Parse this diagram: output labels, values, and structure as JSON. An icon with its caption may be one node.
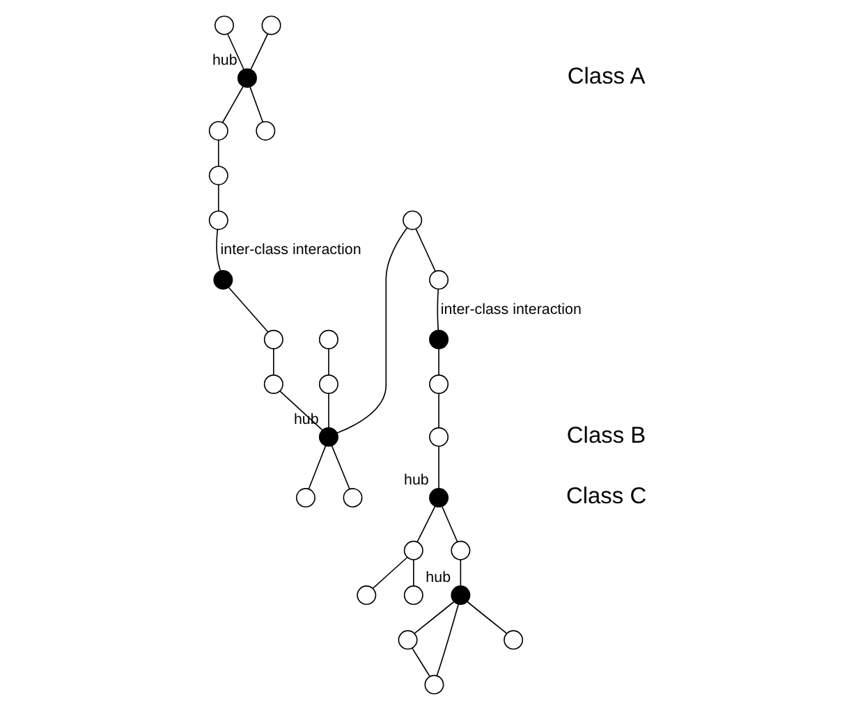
{
  "diagram": {
    "nodes": [
      {
        "text": [],
        "shape": "circle"
      },
      {
        "text": [],
        "shape": "circle"
      },
      {
        "text": [],
        "shape": "circle",
        "beside": [
          "hub"
        ]
      },
      {
        "text": [],
        "shape": "circle"
      },
      {
        "text": [],
        "shape": "circle"
      },
      {
        "text": [],
        "shape": "circle"
      },
      {
        "text": [],
        "shape": "circle"
      },
      {
        "text": [],
        "shape": "circle"
      },
      {
        "text": [],
        "shape": "circle"
      },
      {
        "text": [],
        "shape": "circle"
      },
      {
        "text": [],
        "shape": "circle"
      },
      {
        "text": [],
        "shape": "circle",
        "beside": [
          "hub"
        ]
      },
      {
        "text": [],
        "shape": "circle"
      },
      {
        "text": [],
        "shape": "circle"
      },
      {
        "text": [],
        "shape": "circle"
      },
      {
        "text": [],
        "shape": "circle"
      },
      {
        "text": [],
        "shape": "circle"
      },
      {
        "text": [],
        "shape": "circle"
      },
      {
        "text": [],
        "shape": "circle"
      },
      {
        "text": [],
        "shape": "circle"
      },
      {
        "text": [],
        "shape": "circle"
      },
      {
        "text": [],
        "shape": "circle"
      },
      {
        "text": [],
        "shape": "circle",
        "beside": [
          "hub"
        ]
      },
      {
        "text": [],
        "shape": "circle"
      },
      {
        "text": [],
        "shape": "circle"
      },
      {
        "text": [],
        "shape": "circle"
      },
      {
        "text": [],
        "shape": "circle",
        "beside": [
          "hub"
        ]
      },
      {
        "text": [],
        "shape": "circle"
      },
      {
        "text": [],
        "shape": "circle"
      }
    ],
    "edges": [
      {
        "from": 0,
        "to": 2,
        "arrow": "none"
      },
      {
        "from": 1,
        "to": 2,
        "arrow": "none"
      },
      {
        "from": 2,
        "to": 3,
        "arrow": "none"
      },
      {
        "from": 2,
        "to": 5,
        "arrow": "none"
      },
      {
        "from": 3,
        "to": 4,
        "arrow": "none"
      },
      {
        "from": 4,
        "to": 6,
        "arrow": "none"
      },
      {
        "from": 6,
        "to": 7,
        "arrow": "none",
        "label": "inter-class interaction"
      },
      {
        "from": 7,
        "to": 13,
        "arrow": "none"
      },
      {
        "from": 13,
        "to": 12,
        "arrow": "none"
      },
      {
        "from": 12,
        "to": 11,
        "arrow": "none"
      },
      {
        "from": 8,
        "to": 9,
        "arrow": "none"
      },
      {
        "from": 9,
        "to": 11,
        "arrow": "none"
      },
      {
        "from": 10,
        "to": 11,
        "arrow": "none"
      },
      {
        "from": 11,
        "to": 14,
        "arrow": "none"
      },
      {
        "from": 11,
        "to": 16,
        "arrow": "none"
      },
      {
        "from": 10,
        "to": 15,
        "arrow": "none"
      },
      {
        "from": 15,
        "to": 17,
        "arrow": "none",
        "label": "inter-class interaction"
      },
      {
        "from": 17,
        "to": 20,
        "arrow": "none"
      },
      {
        "from": 20,
        "to": 21,
        "arrow": "none"
      },
      {
        "from": 21,
        "to": 22,
        "arrow": "none"
      },
      {
        "from": 22,
        "to": 19,
        "arrow": "none"
      },
      {
        "from": 19,
        "to": 18,
        "arrow": "none"
      },
      {
        "from": 19,
        "to": 23,
        "arrow": "none"
      },
      {
        "from": 22,
        "to": 24,
        "arrow": "none"
      },
      {
        "from": 24,
        "to": 26,
        "arrow": "none"
      },
      {
        "from": 26,
        "to": 25,
        "arrow": "none"
      },
      {
        "from": 26,
        "to": 27,
        "arrow": "none"
      },
      {
        "from": 26,
        "to": 28,
        "arrow": "none"
      },
      {
        "from": 25,
        "to": 27,
        "arrow": "none"
      }
    ],
    "labels": [
      "Class A",
      "Class B",
      "Class C"
    ]
  }
}
